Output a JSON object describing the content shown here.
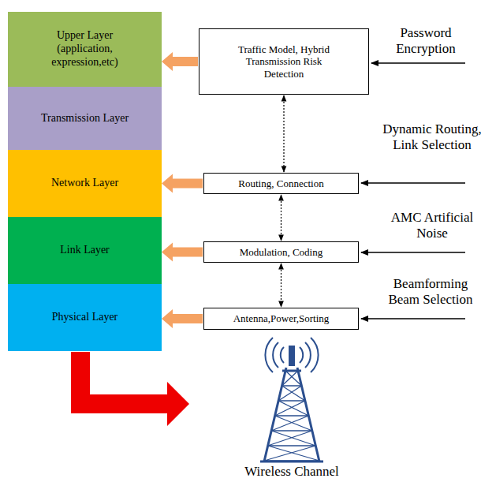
{
  "diagram": {
    "nodes": [
      {
        "text": [
          "Upper Layer (application, expression,etc)"
        ]
      },
      {
        "text": [
          "Transmission Layer"
        ]
      },
      {
        "text": [
          "Network Layer"
        ]
      },
      {
        "text": [
          "Link Layer"
        ]
      },
      {
        "text": [
          "Physical Layer"
        ]
      },
      {
        "text": [
          "Traffic Model, Hybrid Transmission Risk Detection"
        ]
      },
      {
        "text": [
          "Routing, Connection"
        ]
      },
      {
        "text": [
          "Modulation, Coding"
        ]
      },
      {
        "text": [
          "Antenna,Power,Sorting"
        ]
      }
    ],
    "edges": [
      {
        "from": 5,
        "to": 0,
        "arrow": "to"
      },
      {
        "from": 6,
        "to": 2,
        "arrow": "to"
      },
      {
        "from": 7,
        "to": 3,
        "arrow": "to"
      },
      {
        "from": 8,
        "to": 4,
        "arrow": "to"
      },
      {
        "from": 5,
        "to": 6,
        "arrow": "both"
      },
      {
        "from": 6,
        "to": 7,
        "arrow": "both"
      },
      {
        "from": 7,
        "to": 8,
        "arrow": "both"
      }
    ],
    "labels": [
      "Password Encryption",
      "Dynamic Routing, Link Selection",
      "AMC Artificial Noise",
      "Beamforming Beam Selection",
      "Wireless Channel"
    ]
  }
}
